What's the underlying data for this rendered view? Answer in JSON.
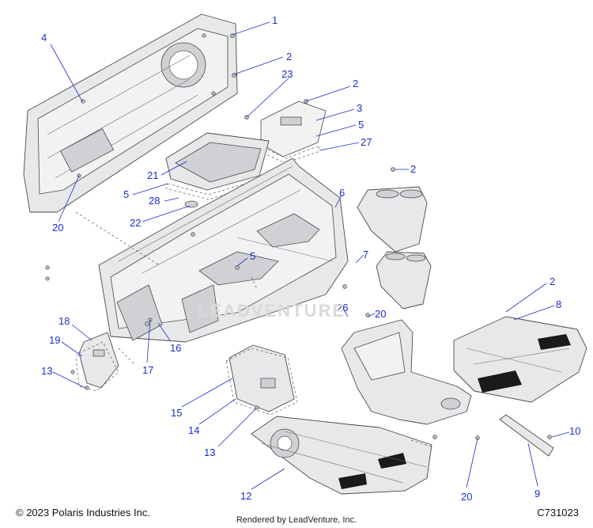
{
  "diagram": {
    "callouts": [
      "1",
      "2",
      "4",
      "2",
      "23",
      "2",
      "3",
      "5",
      "27",
      "21",
      "5",
      "28",
      "22",
      "20",
      "2",
      "6",
      "5",
      "7",
      "26",
      "20",
      "2",
      "8",
      "18",
      "19",
      "13",
      "17",
      "16",
      "15",
      "14",
      "13",
      "12",
      "20",
      "10",
      "9"
    ]
  },
  "footer": {
    "copyright": "© 2023 Polaris Industries Inc.",
    "diagram_id": "C731023",
    "rendered_by": "Rendered by LeadVenture, Inc."
  },
  "watermark": "LEADVENTURE",
  "colors": {
    "callout": "#1c2ec9",
    "part_fill": "#e7e8ea",
    "line": "#4a4a4a"
  }
}
